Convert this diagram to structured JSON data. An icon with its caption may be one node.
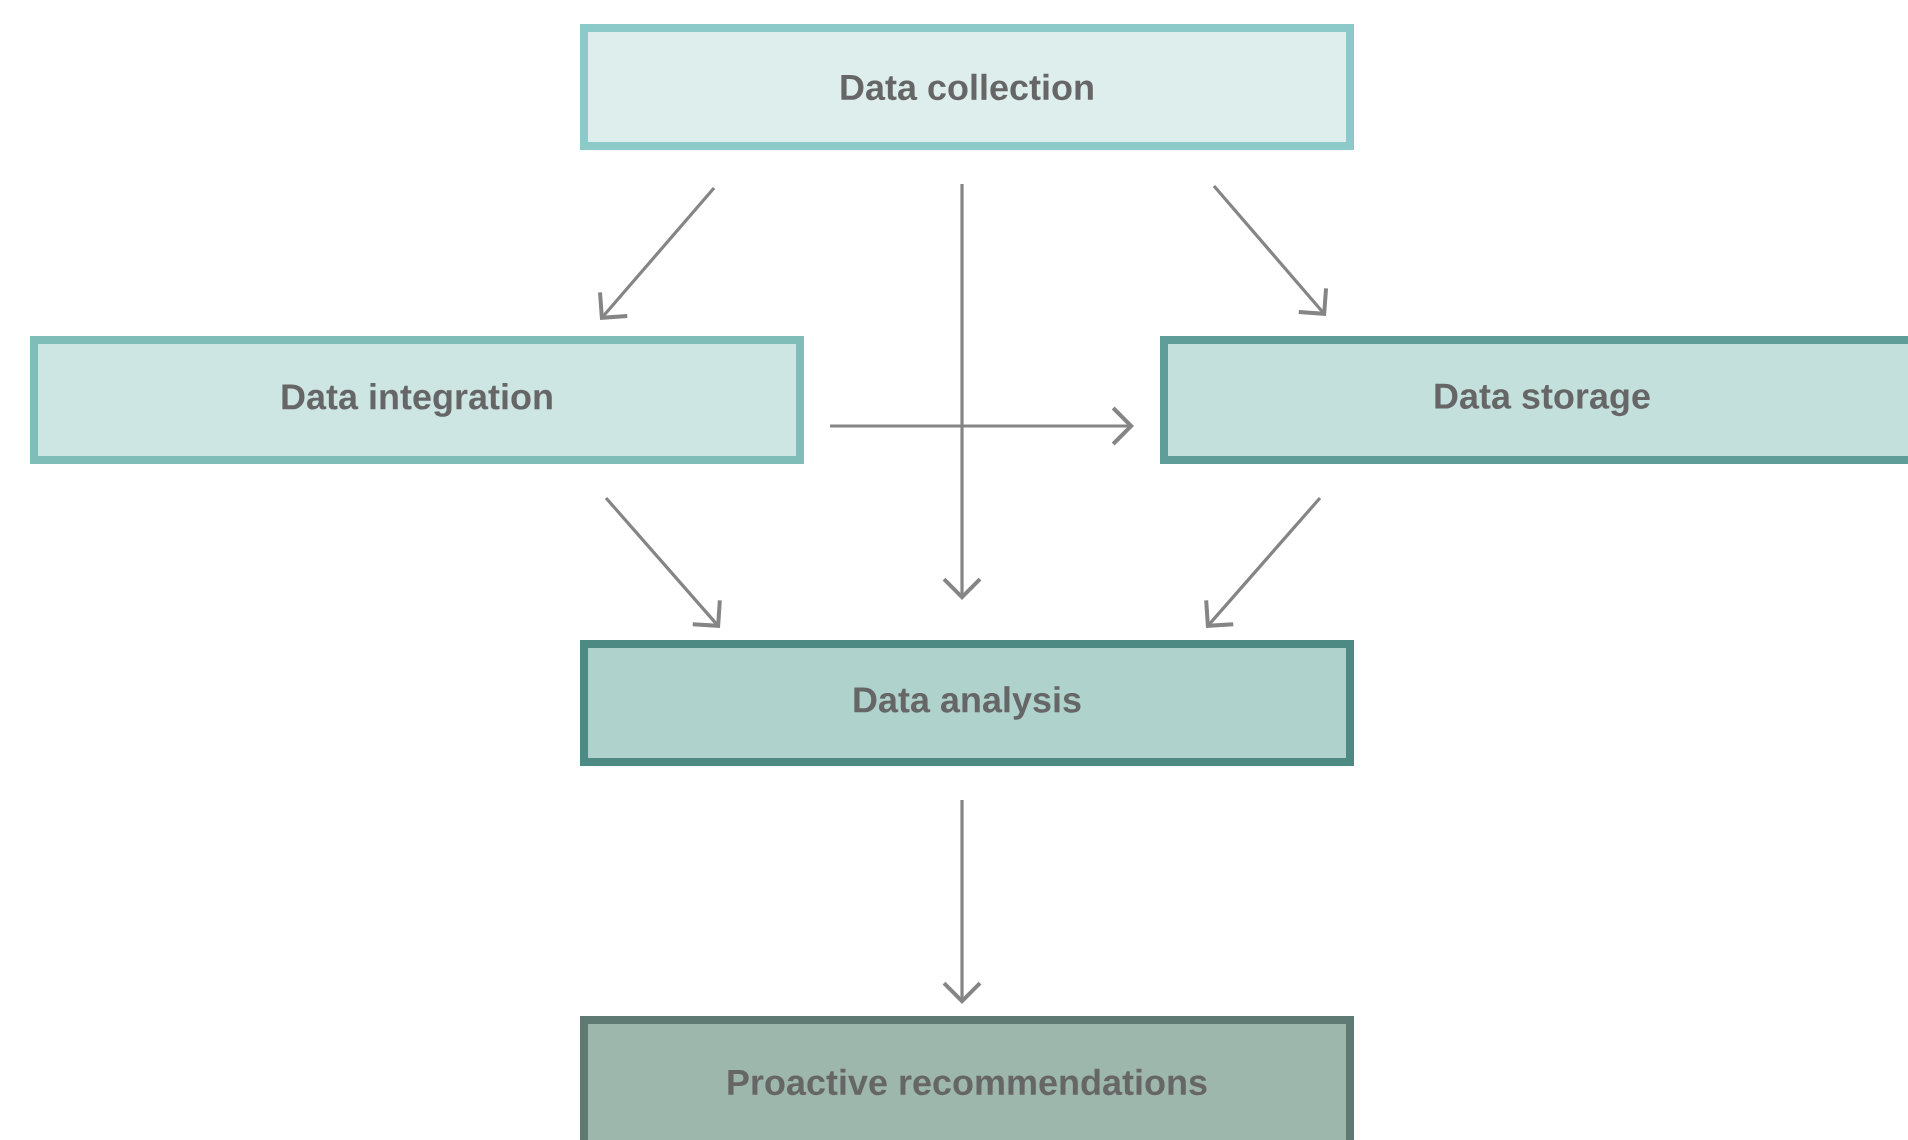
{
  "diagram": {
    "nodes": [
      {
        "text": [
          "Data collection"
        ]
      },
      {
        "text": [
          "Data integration"
        ]
      },
      {
        "text": [
          "Data storage"
        ]
      },
      {
        "text": [
          "Data analysis"
        ]
      },
      {
        "text": [
          "Proactive recommendations"
        ]
      }
    ],
    "edges": [
      {
        "from": 0,
        "to": 1,
        "arrow": "to"
      },
      {
        "from": 0,
        "to": 3,
        "arrow": "to"
      },
      {
        "from": 0,
        "to": 2,
        "arrow": "to"
      },
      {
        "from": 1,
        "to": 2,
        "arrow": "to"
      },
      {
        "from": 1,
        "to": 3,
        "arrow": "to"
      },
      {
        "from": 2,
        "to": 3,
        "arrow": "to"
      },
      {
        "from": 3,
        "to": 4,
        "arrow": "to"
      }
    ]
  }
}
